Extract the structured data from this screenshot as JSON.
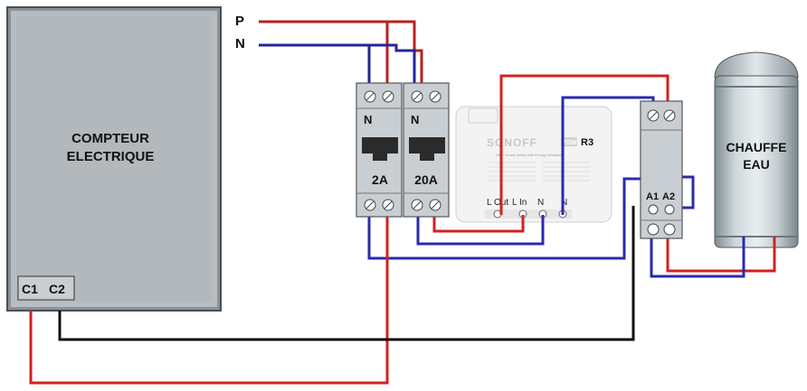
{
  "supply": {
    "phase_label": "P",
    "neutral_label": "N"
  },
  "meter": {
    "title_line1": "COMPTEUR",
    "title_line2": "ELECTRIQUE",
    "contact1": "C1",
    "contact2": "C2"
  },
  "breaker1": {
    "neutral_mark": "N",
    "rating": "2A"
  },
  "breaker2": {
    "neutral_mark": "N",
    "rating": "20A"
  },
  "sonoff": {
    "brand": "SONOFF",
    "model": "R3",
    "badge": "POW",
    "subtitle": "Wi-Fi Smart Switch with Energy Monitoring",
    "terminals": [
      "L Out",
      "L In",
      "N",
      "N"
    ]
  },
  "contactor": {
    "coil1": "A1",
    "coil2": "A2"
  },
  "water_heater": {
    "title_line1": "CHAUFFE",
    "title_line2": "EAU"
  },
  "colors": {
    "phase": "#d42020",
    "neutral": "#2a2ab0",
    "control": "#111111"
  }
}
